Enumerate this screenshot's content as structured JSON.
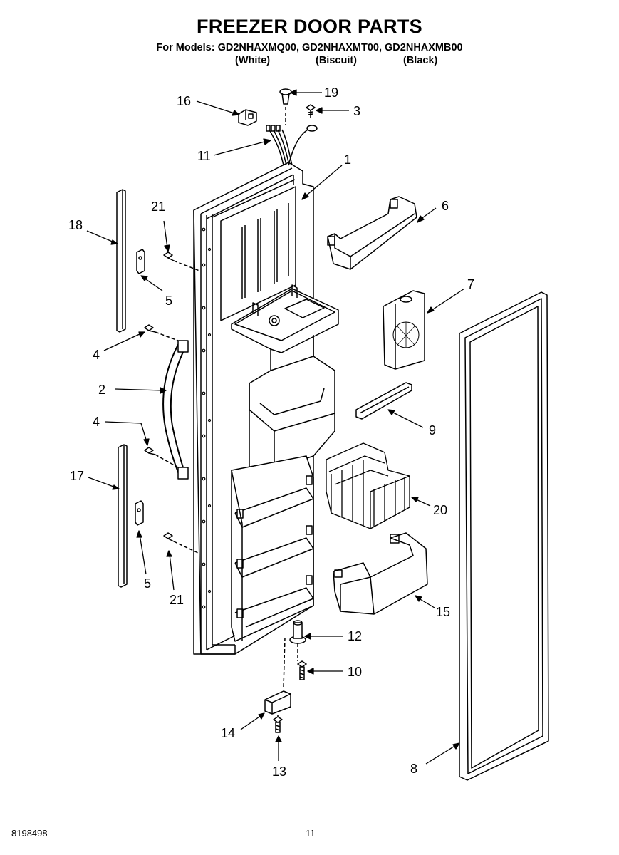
{
  "header": {
    "title": "FREEZER DOOR PARTS",
    "models_line": "For Models: GD2NHAXMQ00, GD2NHAXMT00, GD2NHAXMB00",
    "variants": [
      "(White)",
      "(Biscuit)",
      "(Black)"
    ]
  },
  "callouts": {
    "c1": "1",
    "c2": "2",
    "c3": "3",
    "c4a": "4",
    "c4b": "4",
    "c5a": "5",
    "c5b": "5",
    "c6": "6",
    "c7": "7",
    "c8": "8",
    "c9": "9",
    "c10": "10",
    "c11": "11",
    "c12": "12",
    "c13": "13",
    "c14": "14",
    "c15": "15",
    "c16": "16",
    "c17": "17",
    "c18": "18",
    "c19": "19",
    "c20": "20",
    "c21a": "21",
    "c21b": "21"
  },
  "parts": [
    {
      "callout": "1",
      "name": "door-panel"
    },
    {
      "callout": "2",
      "name": "door-handle"
    },
    {
      "callout": "3",
      "name": "screw"
    },
    {
      "callout": "4",
      "name": "handle-screw"
    },
    {
      "callout": "5",
      "name": "trim-clip"
    },
    {
      "callout": "6",
      "name": "upper-door-bin"
    },
    {
      "callout": "7",
      "name": "ice-light-module"
    },
    {
      "callout": "8",
      "name": "door-gasket"
    },
    {
      "callout": "9",
      "name": "shelf-rail"
    },
    {
      "callout": "10",
      "name": "screw"
    },
    {
      "callout": "11",
      "name": "wire-harness"
    },
    {
      "callout": "12",
      "name": "door-hinge-bushing"
    },
    {
      "callout": "13",
      "name": "screw"
    },
    {
      "callout": "14",
      "name": "door-stop"
    },
    {
      "callout": "15",
      "name": "lower-door-bin"
    },
    {
      "callout": "16",
      "name": "connector"
    },
    {
      "callout": "17",
      "name": "lower-handle-trim"
    },
    {
      "callout": "18",
      "name": "upper-handle-trim"
    },
    {
      "callout": "19",
      "name": "plug"
    },
    {
      "callout": "20",
      "name": "wire-basket"
    },
    {
      "callout": "21",
      "name": "trim-screw"
    }
  ],
  "footer": {
    "doc_number": "8198498",
    "page_number": "11"
  }
}
